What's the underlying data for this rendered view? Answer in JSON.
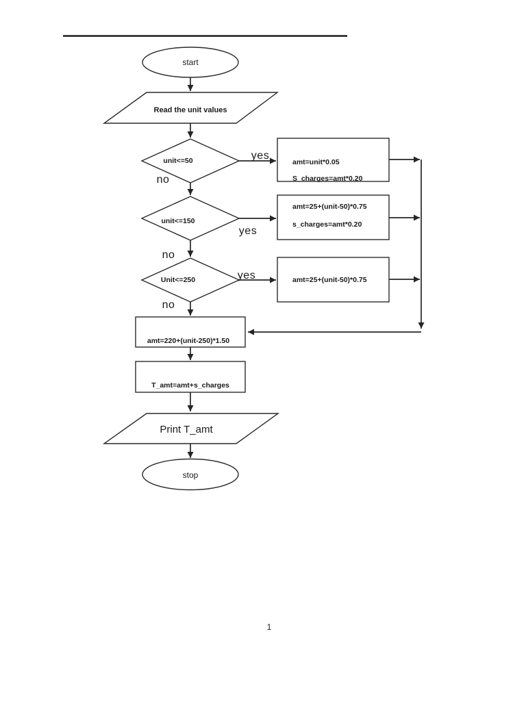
{
  "page": {
    "background": "#ffffff",
    "page_number": "1"
  },
  "colors": {
    "line": "#262626",
    "text": "#1a1a1a"
  },
  "flowchart": {
    "start": {
      "label": "start"
    },
    "input": {
      "label": "Read the unit values"
    },
    "decision1": {
      "label": "unit<=50",
      "yes": "yes",
      "no": "no"
    },
    "process1": {
      "line1": "amt=unit*0.05",
      "line2": "S_charges=amt*0.20"
    },
    "decision2": {
      "label": "unit<=150",
      "yes": "yes",
      "no": "no"
    },
    "process2": {
      "line1": "amt=25+(unit-50)*0.75",
      "line2": "s_charges=amt*0.20"
    },
    "decision3": {
      "label": "Unit<=250",
      "yes": "yes",
      "no": "no"
    },
    "process3": {
      "line1": "amt=25+(unit-50)*0.75"
    },
    "process4": {
      "line1": "amt=220+(unit-250)*1.50"
    },
    "process5": {
      "line1": "T_amt=amt+s_charges"
    },
    "output": {
      "label": "Print T_amt"
    },
    "stop": {
      "label": "stop"
    }
  }
}
